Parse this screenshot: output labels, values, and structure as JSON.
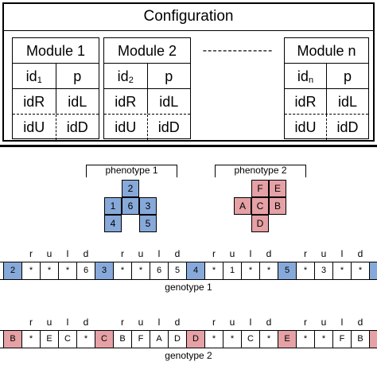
{
  "configuration": {
    "title": "Configuration",
    "dashes": "--------------",
    "modules": [
      {
        "title": "Module 1",
        "id_base": "id",
        "id_sub": "1",
        "p": "p",
        "r": "idR",
        "l": "idL",
        "u": "idU",
        "d": "idD"
      },
      {
        "title": "Module 2",
        "id_base": "id",
        "id_sub": "2",
        "p": "p",
        "r": "idR",
        "l": "idL",
        "u": "idU",
        "d": "idD"
      },
      {
        "title": "Module n",
        "id_base": "id",
        "id_sub": "n",
        "p": "p",
        "r": "idR",
        "l": "idL",
        "u": "idU",
        "d": "idD"
      }
    ]
  },
  "phenotype1": {
    "label": "phenotype 1",
    "color": "#87a9d9",
    "cells": [
      "2",
      "1",
      "6",
      "3",
      "4",
      "5"
    ]
  },
  "phenotype2": {
    "label": "phenotype 2",
    "color": "#e5a1a5",
    "cells": [
      "F",
      "E",
      "A",
      "C",
      "B",
      "D"
    ]
  },
  "genotype1": {
    "label": "genotype 1",
    "dir_labels": [
      "r",
      "u",
      "l",
      "d"
    ],
    "cells": [
      "2",
      "*",
      "*",
      "*",
      "6",
      "3",
      "*",
      "*",
      "6",
      "5",
      "4",
      "*",
      "1",
      "*",
      "*",
      "5",
      "*",
      "3",
      "*",
      "*"
    ],
    "highlight": [
      0,
      5,
      10,
      15
    ]
  },
  "genotype2": {
    "label": "genotype 2",
    "dir_labels": [
      "r",
      "u",
      "l",
      "d"
    ],
    "cells": [
      "B",
      "*",
      "E",
      "C",
      "*",
      "C",
      "B",
      "F",
      "A",
      "D",
      "D",
      "*",
      "*",
      "C",
      "*",
      "E",
      "*",
      "*",
      "F",
      "B"
    ],
    "highlight": [
      0,
      5,
      10,
      15
    ]
  }
}
